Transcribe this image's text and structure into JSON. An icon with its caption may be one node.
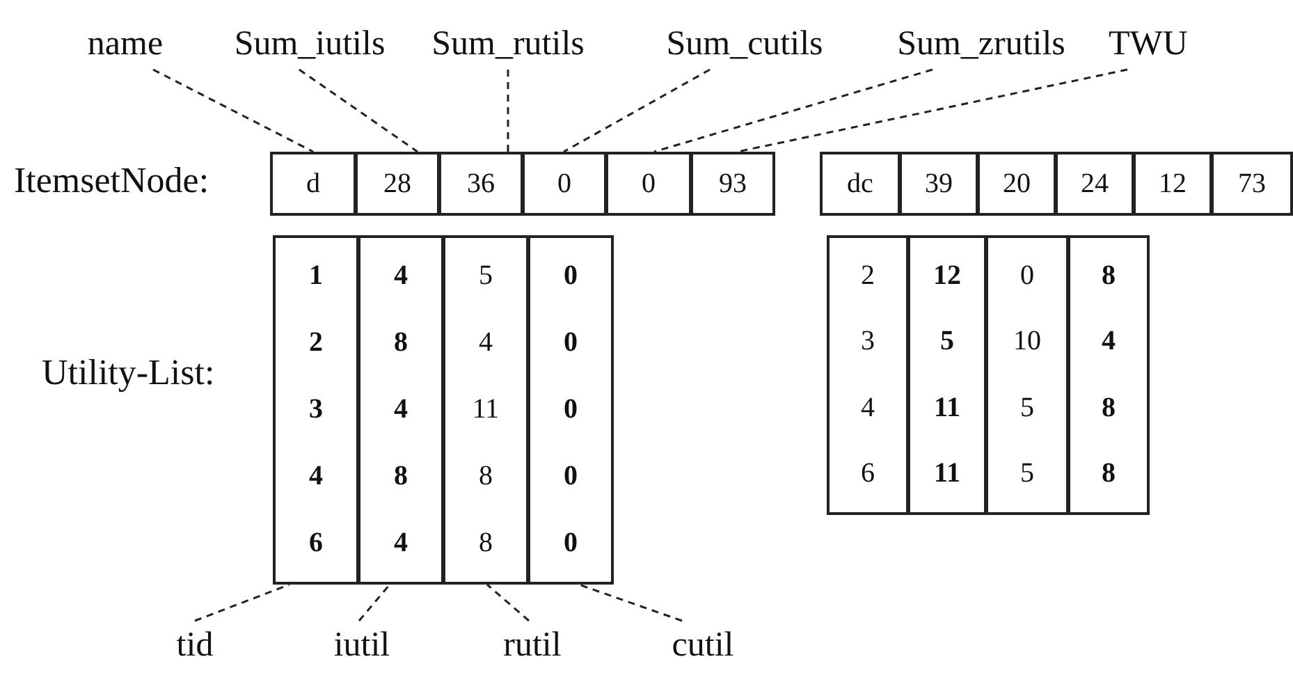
{
  "diagram": {
    "nodes": [
      {
        "text": [
          "name"
        ]
      },
      {
        "text": [
          "Sum_iutils"
        ]
      },
      {
        "text": [
          "Sum_rutils"
        ]
      },
      {
        "text": [
          "Sum_cutils"
        ]
      },
      {
        "text": [
          "Sum_zrutils"
        ]
      },
      {
        "text": [
          "TWU"
        ]
      },
      {
        "text": [
          "d"
        ]
      },
      {
        "text": [
          "28"
        ]
      },
      {
        "text": [
          "36"
        ]
      },
      {
        "text": [
          "0"
        ]
      },
      {
        "text": [
          "0"
        ]
      },
      {
        "text": [
          "93"
        ]
      },
      {
        "text": [
          "dc"
        ]
      },
      {
        "text": [
          "39"
        ]
      },
      {
        "text": [
          "20"
        ]
      },
      {
        "text": [
          "24"
        ]
      },
      {
        "text": [
          "12"
        ]
      },
      {
        "text": [
          "73"
        ]
      },
      {
        "text": [
          "1",
          "2",
          "3",
          "4",
          "6"
        ]
      },
      {
        "text": [
          "4",
          "8",
          "4",
          "8",
          "4"
        ]
      },
      {
        "text": [
          "5",
          "4",
          "11",
          "8",
          "8"
        ]
      },
      {
        "text": [
          "0",
          "0",
          "0",
          "0",
          "0"
        ]
      },
      {
        "text": [
          "2",
          "3",
          "4",
          "6"
        ]
      },
      {
        "text": [
          "12",
          "5",
          "11",
          "11"
        ]
      },
      {
        "text": [
          "0",
          "10",
          "5",
          "5"
        ]
      },
      {
        "text": [
          "8",
          "4",
          "8",
          "8"
        ]
      },
      {
        "text": [
          "tid"
        ]
      },
      {
        "text": [
          "iutil"
        ]
      },
      {
        "text": [
          "rutil"
        ]
      },
      {
        "text": [
          "cutil"
        ]
      }
    ],
    "edges": [
      {
        "from": 0,
        "to": 6,
        "arrow": "none",
        "style": "dashed"
      },
      {
        "from": 1,
        "to": 7,
        "arrow": "none",
        "style": "dashed"
      },
      {
        "from": 2,
        "to": 8,
        "arrow": "none",
        "style": "dashed"
      },
      {
        "from": 3,
        "to": 9,
        "arrow": "none",
        "style": "dashed"
      },
      {
        "from": 4,
        "to": 10,
        "arrow": "none",
        "style": "dashed"
      },
      {
        "from": 5,
        "to": 11,
        "arrow": "none",
        "style": "dashed"
      },
      {
        "from": 26,
        "to": 18,
        "arrow": "none",
        "style": "dashed"
      },
      {
        "from": 27,
        "to": 19,
        "arrow": "none",
        "style": "dashed"
      },
      {
        "from": 28,
        "to": 20,
        "arrow": "none",
        "style": "dashed"
      },
      {
        "from": 29,
        "to": 21,
        "arrow": "none",
        "style": "dashed"
      }
    ],
    "labels": [
      "ItemsetNode:",
      "Utility-List:"
    ]
  }
}
